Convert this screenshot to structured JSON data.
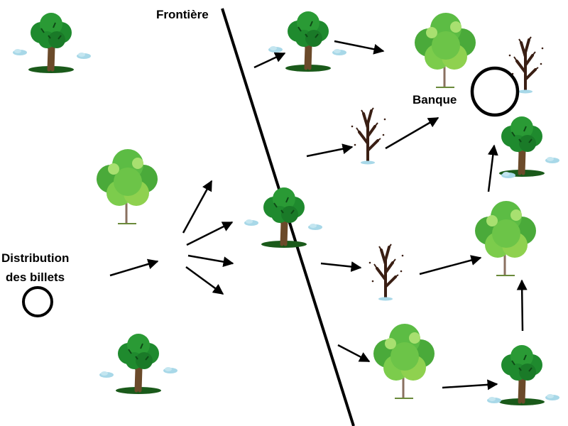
{
  "labels": {
    "border": "Frontière",
    "bank": "Banque",
    "distribution_line1": "Distribution",
    "distribution_line2": "des billets"
  },
  "colors": {
    "foliage_dark": "#1f8a2e",
    "foliage_mid": "#3aa83a",
    "foliage_light": "#8fd14f",
    "trunk": "#6b4a2a",
    "bare_trunk": "#3a1f14",
    "cloud": "#a8d8e8",
    "line": "#000000"
  },
  "icons": {
    "healthy_tree": "tree-icon",
    "leafy_tree": "leafy-tree-icon",
    "bare_tree": "bare-tree-icon",
    "node": "circle-icon"
  }
}
